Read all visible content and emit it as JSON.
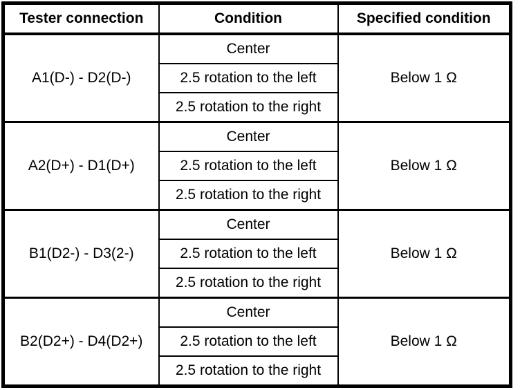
{
  "table": {
    "headers": [
      "Tester connection",
      "Condition",
      "Specified condition"
    ],
    "groups": [
      {
        "connection": "A1(D-) - D2(D-)",
        "conditions": [
          "Center",
          "2.5 rotation to the left",
          "2.5 rotation to the right"
        ],
        "specified": "Below 1 Ω"
      },
      {
        "connection": "A2(D+) - D1(D+)",
        "conditions": [
          "Center",
          "2.5 rotation to the left",
          "2.5 rotation to the right"
        ],
        "specified": "Below 1 Ω"
      },
      {
        "connection": "B1(D2-) - D3(2-)",
        "conditions": [
          "Center",
          "2.5 rotation to the left",
          "2.5 rotation to the right"
        ],
        "specified": "Below 1 Ω"
      },
      {
        "connection": "B2(D2+) - D4(D2+)",
        "conditions": [
          "Center",
          "2.5 rotation to the left",
          "2.5 rotation to the right"
        ],
        "specified": "Below 1 Ω"
      }
    ]
  },
  "colors": {
    "border": "#000000",
    "background": "#ffffff",
    "text": "#000000"
  }
}
